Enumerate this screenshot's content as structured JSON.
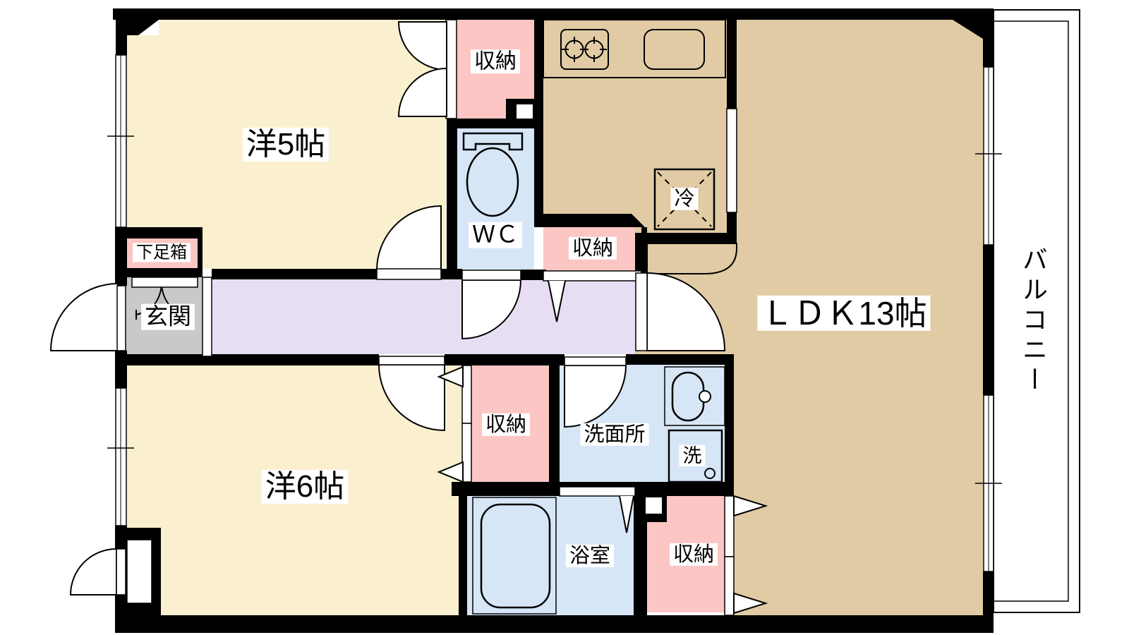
{
  "floorplan": {
    "type": "apartment-floor-plan",
    "layout_type": "2LDK",
    "labels": {
      "room5": "洋5帖",
      "room6": "洋6帖",
      "ldk": "ＬＤＫ13帖",
      "wc": "ＷＣ",
      "balcony": "バルコニー",
      "entrance": "玄関",
      "shoe_box": "下足箱",
      "storage_top": "収納",
      "storage_hall": "収納",
      "storage_mid": "収納",
      "storage_bottom": "収納",
      "washroom": "洗面所",
      "washer": "洗",
      "bathroom": "浴室",
      "refrigerator": "冷"
    },
    "palette": {
      "floor_cream": "#FAF0CF",
      "floor_tan": "#E0CBA4",
      "floor_lavender": "#E8DEF4",
      "floor_pink": "#FBC6C4",
      "floor_blue": "#D7E6F7",
      "floor_gray": "#C9C9C9",
      "genkan_mark": "#BDBDBD",
      "wall": "#000000",
      "background": "#FFFFFF"
    }
  }
}
